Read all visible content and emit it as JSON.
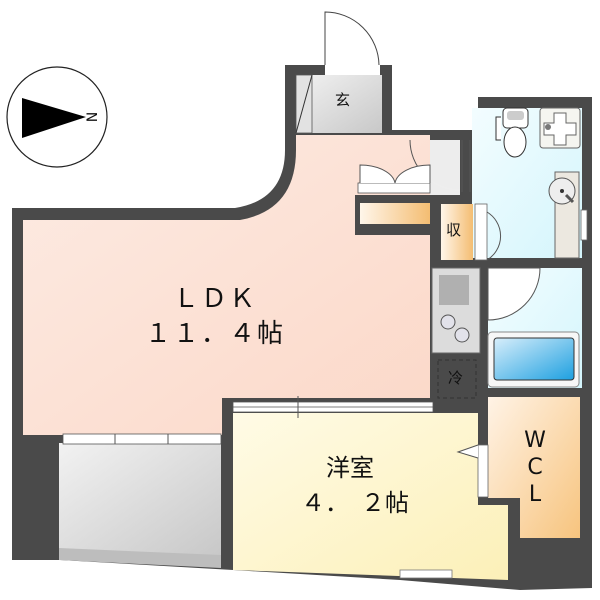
{
  "compass": {
    "label": "N"
  },
  "rooms": {
    "genkan": {
      "label": "玄"
    },
    "ldk": {
      "name": "ＬＤＫ",
      "size": "１１．４帖"
    },
    "storage": {
      "label": "収"
    },
    "fridge": {
      "label": "冷"
    },
    "western": {
      "name": "洋室",
      "size": "４．　２帖"
    },
    "wcl": {
      "line1": "W",
      "line2": "C",
      "line3": "L"
    }
  },
  "colors": {
    "wall": "#4a4a4a",
    "ldk": "#fde3d8",
    "western": "#fdf6d0",
    "wet": "#e3f8fd",
    "storage": "#f8c987",
    "balcony": "#d9d9d9",
    "genkan": "#d6d6d6"
  }
}
